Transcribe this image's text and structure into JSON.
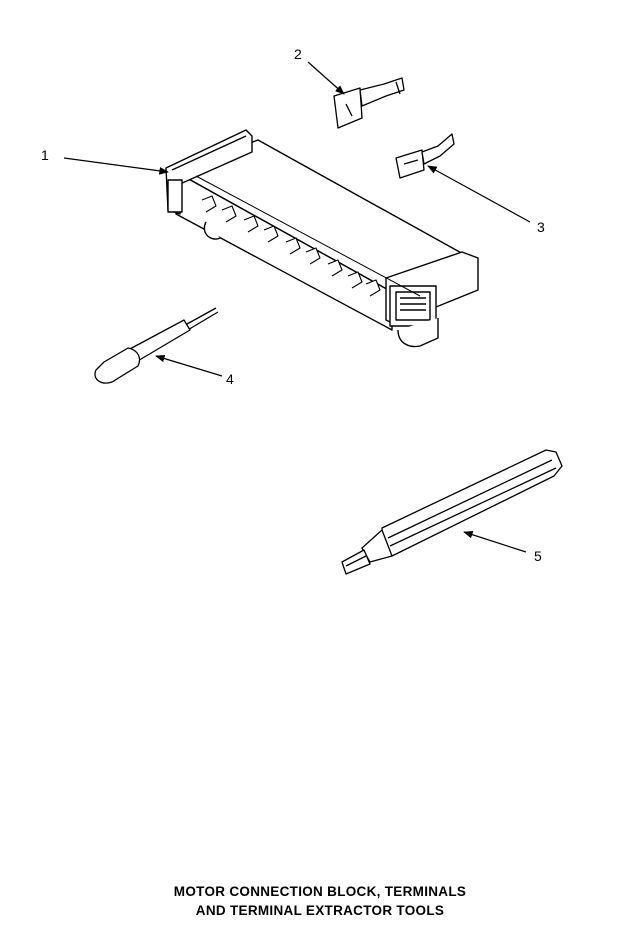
{
  "callouts": {
    "c1": "1",
    "c2": "2",
    "c3": "3",
    "c4": "4",
    "c5": "5"
  },
  "caption": {
    "line1": "MOTOR CONNECTION BLOCK, TERMINALS",
    "line2": "AND TERMINAL EXTRACTOR TOOLS"
  }
}
